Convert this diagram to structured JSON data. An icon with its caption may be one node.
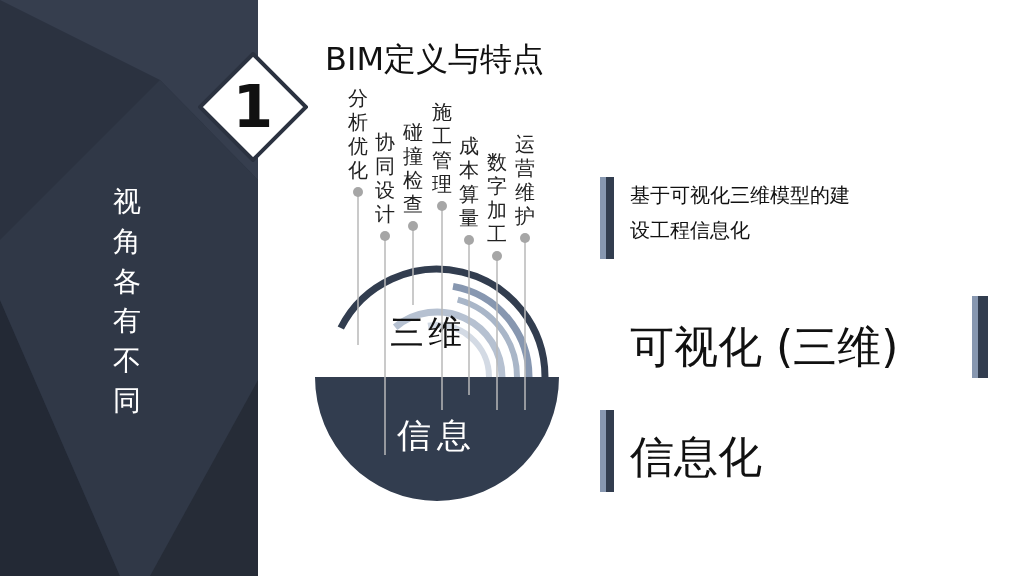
{
  "diagram": {
    "title": "BIM定义与特点",
    "nodes": [
      {
        "text": [
          "1"
        ]
      },
      {
        "text": [
          "分析优化"
        ]
      },
      {
        "text": [
          "协同设计"
        ]
      },
      {
        "text": [
          "碰撞检查"
        ]
      },
      {
        "text": [
          "施工管理"
        ]
      },
      {
        "text": [
          "成本算量"
        ]
      },
      {
        "text": [
          "数字加工"
        ]
      },
      {
        "text": [
          "运营维护"
        ]
      },
      {
        "text": [
          "三维"
        ]
      },
      {
        "text": [
          "信息"
        ]
      }
    ],
    "edges": [
      {
        "from": 1,
        "to": 8,
        "arrow": "other"
      },
      {
        "from": 2,
        "to": 9,
        "arrow": "other"
      },
      {
        "from": 3,
        "to": 8,
        "arrow": "other"
      },
      {
        "from": 4,
        "to": 9,
        "arrow": "other"
      },
      {
        "from": 5,
        "to": 9,
        "arrow": "other"
      },
      {
        "from": 6,
        "to": 9,
        "arrow": "other"
      },
      {
        "from": 7,
        "to": 9,
        "arrow": "other"
      }
    ],
    "labels": [
      "视角各有不同",
      "基于可视化三维模型的建设工程信息化",
      "可视化 (三维)",
      "信息化"
    ]
  }
}
